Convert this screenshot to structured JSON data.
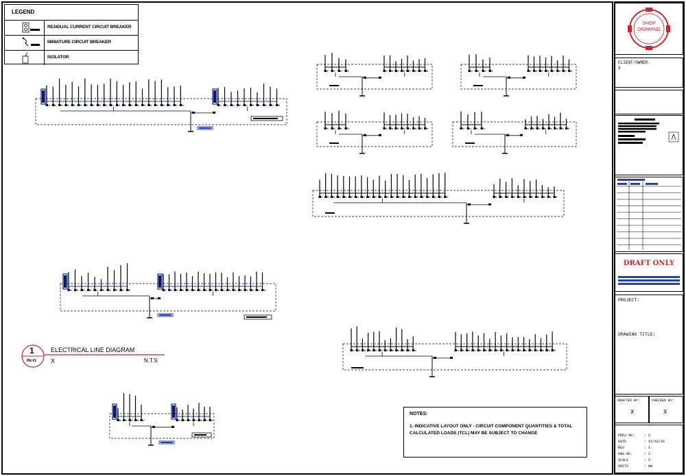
{
  "legend": {
    "title": "LEGEND",
    "items": [
      {
        "icon": "rccb-icon",
        "label": "RESIDUAL CURRENT CIRCUIT BREAKER"
      },
      {
        "icon": "mcb-icon",
        "label": "MINIATURE CIRCUIT BREAKER"
      },
      {
        "icon": "isolator-icon",
        "label": "ISOLATOR"
      }
    ]
  },
  "diagram": {
    "number": "1",
    "ref": "RE-01",
    "title": "ELECTRICAL LINE DIAGRAM",
    "sub": "X",
    "scale": "N.T.S"
  },
  "notes": {
    "heading": "NOTES:",
    "body": "1. INDICATIVE LAYOUT ONLY - CIRCUIT COMPONENT QUANTITIES & TOTAL CALCULATED LOADS (TCL) MAY BE SUBJECT TO CHANGE"
  },
  "titleblock": {
    "stamp_line1": "SHOP",
    "stamp_line2": "DRAWING",
    "client_label": "CLIENT/OWNER:",
    "client_value": "X",
    "draft": "DRAFT ONLY",
    "project_label": "PROJECT:",
    "drawing_title_label": "DRAWING TITLE:",
    "drafted_label": "DRAFTED BY:",
    "drafted_value": "X",
    "checked_label": "CHECKED BY:",
    "checked_value": "X",
    "info": [
      {
        "label": "PROJ NO.",
        "value": ": X"
      },
      {
        "label": "DATE",
        "value": ": XX/XX/XX"
      },
      {
        "label": "REV",
        "value": ": X"
      },
      {
        "label": "DWG NO.",
        "value": ": X"
      },
      {
        "label": "SCALE",
        "value": ": X"
      },
      {
        "label": "UNITS",
        "value": ": mm"
      }
    ]
  },
  "colors": {
    "red": "#d8202a",
    "blue": "#1f3fbf",
    "line": "#000000"
  }
}
